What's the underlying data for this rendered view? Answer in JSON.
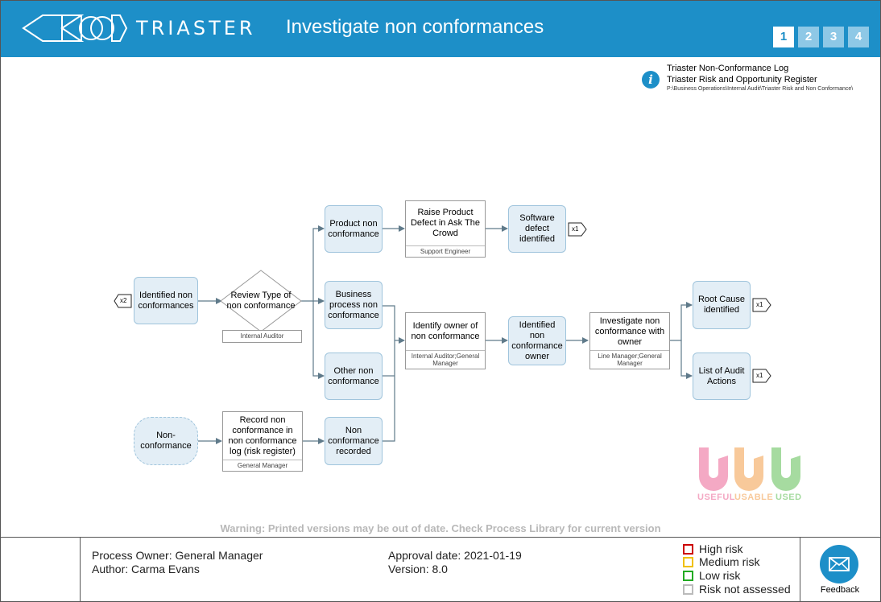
{
  "header": {
    "brand": "TRIASTER",
    "title": "Investigate non conformances",
    "pages": [
      "1",
      "2",
      "3",
      "4"
    ],
    "active_page": "1",
    "accent_color": "#1d8fc8"
  },
  "info": {
    "icon": "info-icon",
    "links": [
      "Triaster Non-Conformance Log",
      "Triaster Risk and Opportunity Register"
    ],
    "path": "P:\\Business Operations\\Internal Audit\\Triaster Risk and Non Conformance\\"
  },
  "diagram": {
    "connectors": {
      "start_in": "x2",
      "software_out": "x1",
      "root_cause_out": "x1",
      "audit_out": "x1"
    },
    "nodes": {
      "identified": "Identified non conformances",
      "review": "Review Type of non conformance",
      "review_role": "Internal Auditor",
      "product": "Product non conformance",
      "business": "Business process non conformance",
      "other": "Other non conformance",
      "raise": "Raise Product Defect in Ask The Crowd",
      "raise_role": "Support Engineer",
      "software": "Software defect identified",
      "identify_owner": "Identify owner of non conformance",
      "identify_owner_role": "Internal Auditor;General Manager",
      "owner_identified": "Identified non conformance owner",
      "investigate": "Investigate non conformance with owner",
      "investigate_role": "Line Manager;General Manager",
      "root_cause": "Root Cause identified",
      "audit_actions": "List of Audit Actions",
      "start": "Non-conformance",
      "record": "Record non conformance in non conformance log (risk register)",
      "record_role": "General Manager",
      "recorded": "Non conformance recorded"
    }
  },
  "warning": "Warning: Printed versions may be out of date. Check Process Library for current version",
  "watermark": {
    "labels": [
      "USEFUL",
      "USABLE",
      "USED"
    ],
    "colors": [
      "#f4a9c4",
      "#f8c99a",
      "#a6dba0"
    ]
  },
  "footer": {
    "process_owner": "Process Owner: General Manager",
    "author": "Author: Carma Evans",
    "approval_date": "Approval date: 2021-01-19",
    "version": "Version: 8.0",
    "legend": [
      {
        "label": "High risk",
        "color": "#cc0000"
      },
      {
        "label": "Medium risk",
        "color": "#f0c000"
      },
      {
        "label": "Low risk",
        "color": "#22aa22"
      },
      {
        "label": "Risk not assessed",
        "color": "#bbbbbb"
      }
    ],
    "feedback_label": "Feedback"
  }
}
